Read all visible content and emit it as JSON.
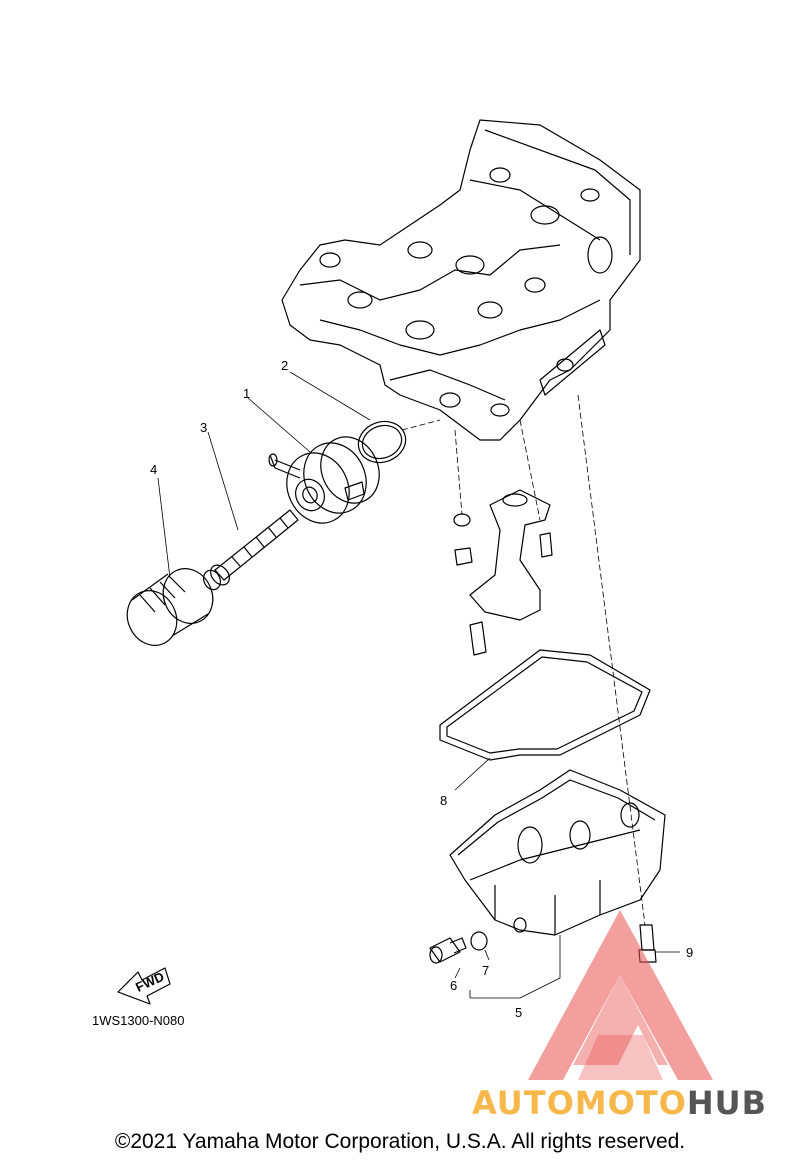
{
  "callouts": [
    "1",
    "2",
    "3",
    "4",
    "5",
    "6",
    "7",
    "8",
    "9"
  ],
  "direction_label": "FWD",
  "diagram_code": "1WS1300-N080",
  "copyright": "©2021 Yamaha Motor Corporation, U.S.A. All rights reserved.",
  "watermark": {
    "text": "AUTOMOTOHUB",
    "part_a": "AUTOMOTO",
    "part_b": "HUB"
  },
  "colors": {
    "line": "#000000",
    "watermark_red": "#e8504f",
    "watermark_orange": "#f6b84b",
    "watermark_gray": "#555555"
  }
}
